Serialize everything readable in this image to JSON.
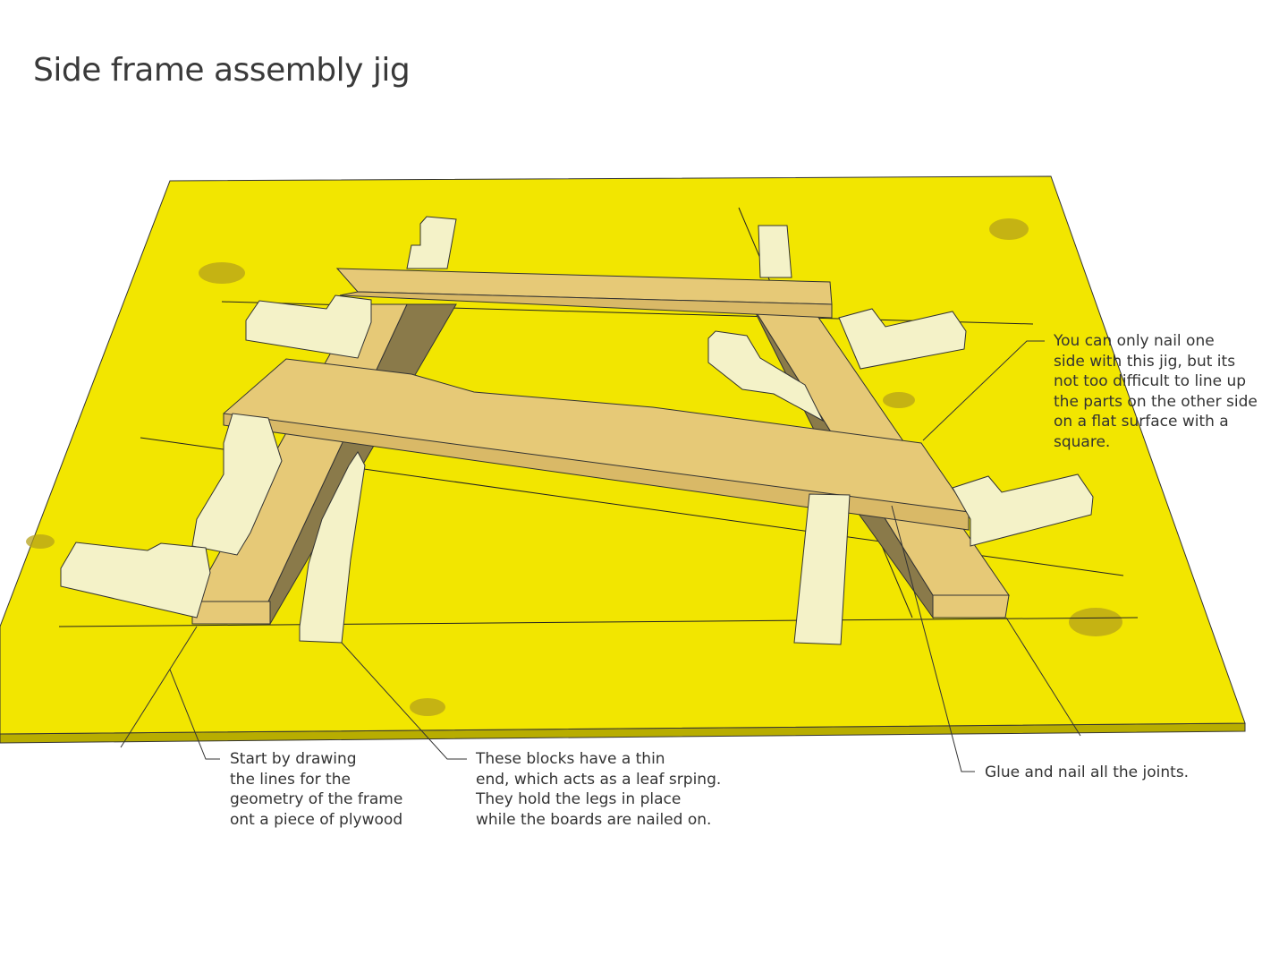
{
  "title": "Side frame assembly jig",
  "notes": {
    "top_right": "You can only nail one\nside with this jig, but its\nnot too difficult to line up\nthe parts on the other side\non a flat surface with a square.",
    "lines": "Start by drawing\nthe lines for the\ngeometry of the frame\nont a piece of plywood",
    "blocks": "These blocks have a thin\nend, which acts as a leaf srping.\nThey hold the legs in place\nwhile the boards are nailed on.",
    "glue": "Glue and nail all the joints."
  },
  "colors": {
    "plywood": "#f2e600",
    "board": "#e6c977",
    "board_dark": "#8a7a4a",
    "block": "#f4f2c8"
  }
}
